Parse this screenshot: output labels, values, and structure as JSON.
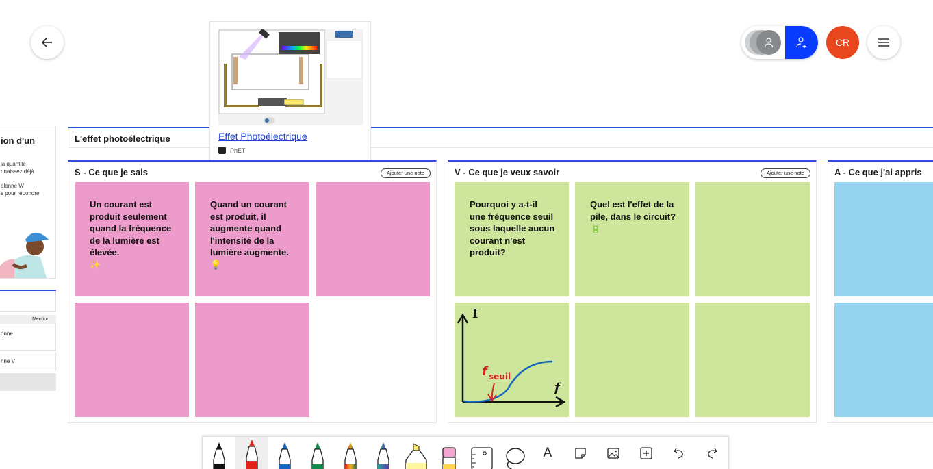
{
  "header": {
    "back_icon": "arrow-left-icon",
    "user_initials": "CR",
    "avatar_color": "#e8461c",
    "invite_color": "#0a3cff",
    "menu_icon": "hamburger-icon"
  },
  "left_panel": {
    "title": "ion d'un",
    "lines": [
      "la quantité",
      "nnaissez déjà",
      "olonne W",
      "s pour répondre"
    ],
    "table_header": "Mention",
    "row1": "onne",
    "row2": "nne V"
  },
  "board": {
    "title": "L'effet photoélectrique",
    "accent": "#2d4ee0"
  },
  "link_preview": {
    "title": "Effet Photoélectrique",
    "source": "PhET"
  },
  "columns": {
    "s": {
      "title": "S - Ce que je sais",
      "add_label": "Ajouter une note",
      "notes": [
        {
          "text": "Un courant est produit seulement quand la fréquence de la lumière est élevée.",
          "emoji": "✨"
        },
        {
          "text": "Quand un courant est produit, il augmente quand l'intensité de la lumière augmente.",
          "emoji": "💡"
        }
      ]
    },
    "v": {
      "title": "V - Ce que je veux savoir",
      "add_label": "Ajouter une note",
      "notes": [
        {
          "text": "Pourquoi y a-t-il une fréquence seuil sous laquelle aucun courant n'est produit?"
        },
        {
          "text": "Quel est l'effet de la pile, dans le circuit?",
          "emoji": "🔋"
        }
      ],
      "sketch": {
        "y_label": "I",
        "x_label": "f",
        "threshold_label": "f",
        "threshold_sub": "seuil"
      }
    },
    "a": {
      "title": "A - Ce que j'ai appris"
    }
  },
  "note_colors": {
    "pink": "#ec9bcb",
    "green": "#cde69c",
    "blue": "#95d3ef"
  },
  "toolbar": {
    "tools": [
      "pen-black",
      "pen-red",
      "pen-blue",
      "pen-green",
      "pen-rainbow",
      "pen-galaxy",
      "highlighter-yellow",
      "eraser",
      "ruler",
      "lasso",
      "text-tool",
      "sticky-note-tool",
      "image-tool",
      "insert-tool",
      "undo",
      "redo"
    ],
    "text_tool_glyph": "A"
  }
}
